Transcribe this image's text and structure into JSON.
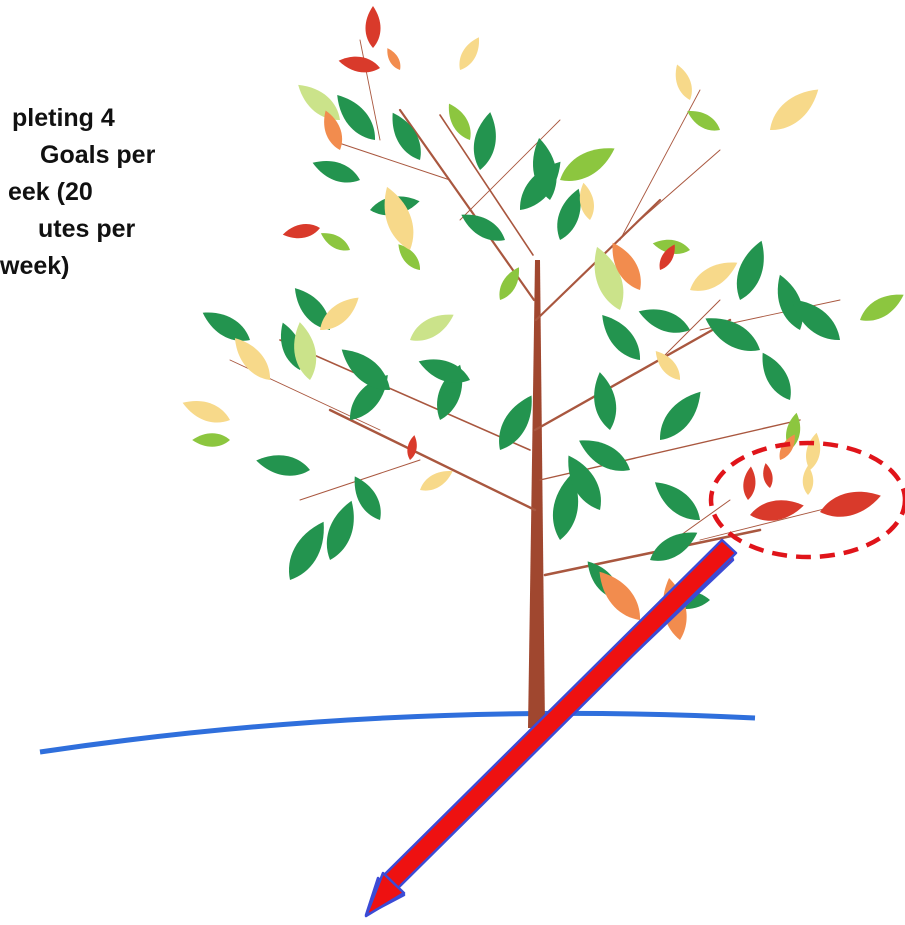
{
  "caption": {
    "lines": [
      "pleting 4",
      "Goals per",
      "eek (20",
      "utes per",
      "week)"
    ]
  },
  "colors": {
    "leaf_dark_green": "#23944f",
    "leaf_light_green": "#8cc63f",
    "leaf_pale_green": "#cbe38a",
    "leaf_yellow": "#f7d98a",
    "leaf_orange": "#f28c4e",
    "leaf_red": "#d93a2b",
    "trunk": "#a0472f",
    "ground_line": "#2f6fdc",
    "arrow_fill": "#ee1111",
    "arrow_outline": "#3b4bd6",
    "highlight_circle": "#e0141a"
  },
  "icons": {
    "tree": "tree-illustration",
    "arrow": "down-left-arrow",
    "highlight": "dashed-ellipse"
  }
}
